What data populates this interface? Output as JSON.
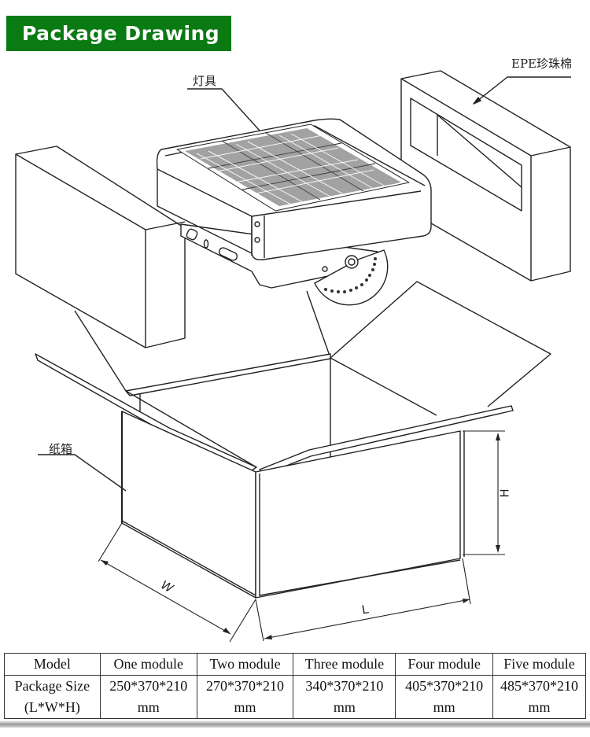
{
  "header": {
    "title": "Package Drawing",
    "accent_color": "#0a7a12"
  },
  "drawing": {
    "callouts": {
      "fixture": "灯具",
      "epe_foam": "EPE珍珠棉",
      "carton": "纸箱"
    },
    "dimensions": {
      "length": "L",
      "width": "W",
      "height": "H"
    }
  },
  "spec_table": {
    "row_header_model": "Model",
    "row_header_size_line1": "Package Size",
    "row_header_size_line2": "(L*W*H)",
    "unit": "mm",
    "columns": [
      {
        "model": "One module",
        "size": "250*370*210"
      },
      {
        "model": "Two module",
        "size": "270*370*210"
      },
      {
        "model": "Three module",
        "size": "340*370*210"
      },
      {
        "model": "Four module",
        "size": "405*370*210"
      },
      {
        "model": "Five module",
        "size": "485*370*210"
      }
    ]
  }
}
